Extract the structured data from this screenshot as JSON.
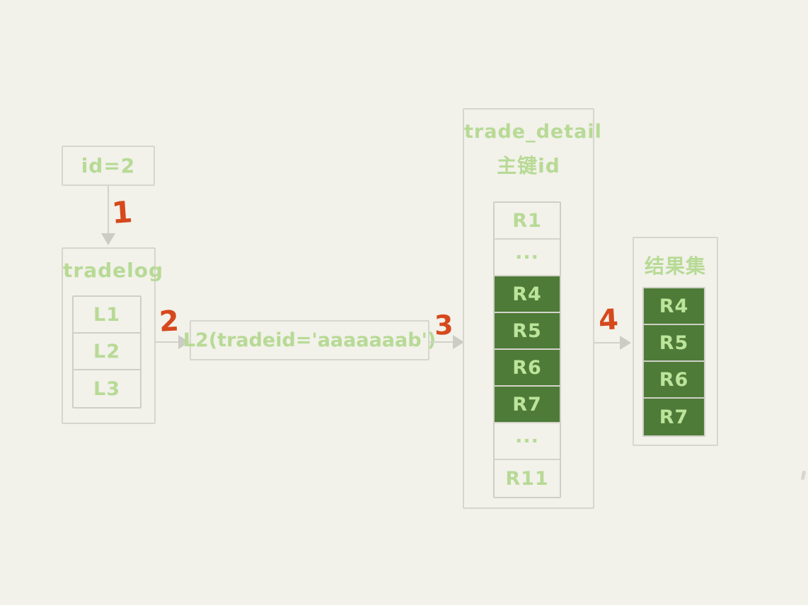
{
  "colors": {
    "background": "#f2f1ea",
    "box_border": "#d7d6ce",
    "inner_border": "#cfcfc7",
    "light_green_text": "#b7da95",
    "dark_green_fill": "#4e7b38",
    "dark_row_text": "#bce49a",
    "arrow_gray": "#ccccc4",
    "step_orange": "#d5491c"
  },
  "steps": [
    "1",
    "2",
    "3",
    "4"
  ],
  "nodes": {
    "id_box": {
      "label": "id=2"
    },
    "tradelog": {
      "title": "tradelog",
      "rows": [
        "L1",
        "L2",
        "L3"
      ]
    },
    "lookup": {
      "label": "L2(tradeid='aaaaaaab')"
    },
    "trade_detail": {
      "title_line1": "trade_detail",
      "title_line2": "主键id",
      "rows": [
        {
          "label": "R1",
          "highlight": false
        },
        {
          "label": "···",
          "highlight": false
        },
        {
          "label": "R4",
          "highlight": true
        },
        {
          "label": "R5",
          "highlight": true
        },
        {
          "label": "R6",
          "highlight": true
        },
        {
          "label": "R7",
          "highlight": true
        },
        {
          "label": "···",
          "highlight": false
        },
        {
          "label": "R11",
          "highlight": false
        }
      ]
    },
    "result": {
      "title": "结果集",
      "rows": [
        "R4",
        "R5",
        "R6",
        "R7"
      ]
    }
  }
}
